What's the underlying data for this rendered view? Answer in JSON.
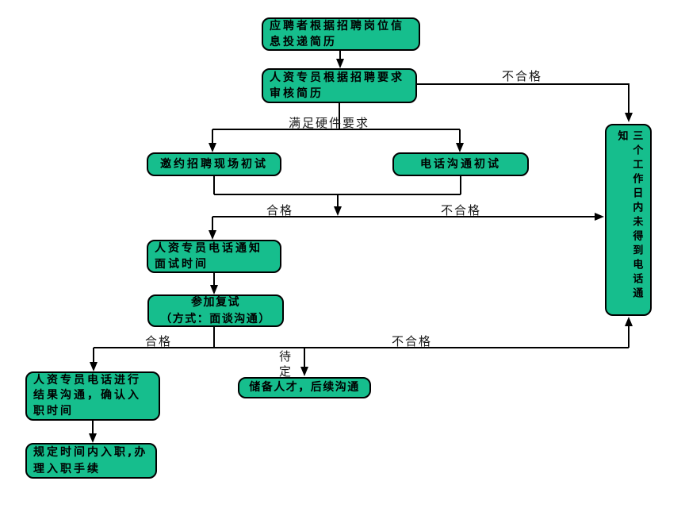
{
  "diagram": {
    "type": "flowchart",
    "topic": "招聘入职流程",
    "colors": {
      "node_fill": "#16be8d",
      "node_border": "#000000",
      "line_color": "#000000",
      "text_color": "#000000",
      "bg_color": "#ffffff"
    },
    "nodes": [
      {
        "id": "submit-resume",
        "label": "应聘者根据招聘岗位信\n息投递简历"
      },
      {
        "id": "review-resume",
        "label": "人资专员根据招聘要求\n审核简历"
      },
      {
        "id": "onsite-interview",
        "label": "邀约招聘现场初试"
      },
      {
        "id": "phone-interview",
        "label": "电话沟通初试"
      },
      {
        "id": "no-notification",
        "label": "三个工作日内未得到电话通知"
      },
      {
        "id": "notify-interview-time",
        "label": "人资专员电话通知\n面试时间"
      },
      {
        "id": "second-interview",
        "label": "参加复试\n（方式：面谈沟通）"
      },
      {
        "id": "talent-pool",
        "label": "储备人才，后续沟通"
      },
      {
        "id": "result-confirm",
        "label": "人资专员电话进行\n结果沟通，确认入\n职时间"
      },
      {
        "id": "onboarding",
        "label": "规定时间内入职,办\n理入职手续"
      }
    ],
    "edge_labels": {
      "top_fail": "不合格",
      "meets_req": "满足硬件要求",
      "mid_pass": "合格",
      "mid_fail": "不合格",
      "bottom_pass": "合格",
      "pending": "待定",
      "bottom_fail": "不合格"
    }
  }
}
